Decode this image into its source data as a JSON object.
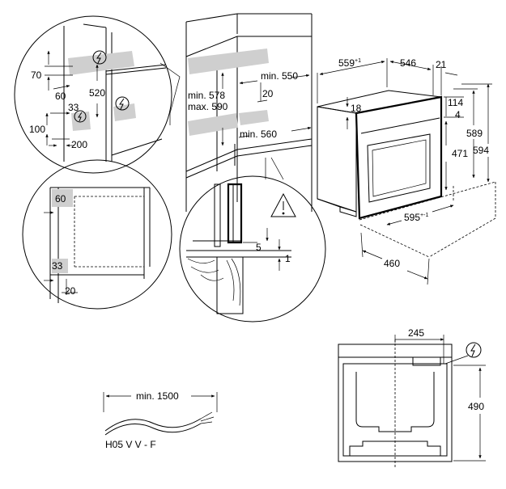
{
  "icons": {
    "electric": "lightning-circle-icon",
    "warning": "warning-triangle-icon",
    "arrow": "dimension-arrow-icon"
  },
  "colors": {
    "line": "#000000",
    "gray_zone": "#cfcfcf",
    "background": "#ffffff"
  },
  "detail_top": {
    "dims": [
      "70",
      "60",
      "520",
      "33",
      "100",
      "200"
    ]
  },
  "cabinet": {
    "min_height": "min. 578",
    "max_height": "max. 590",
    "min_width": "min. 550",
    "gap": "20",
    "min_depth": "min. 560"
  },
  "oven": {
    "width_total": "559",
    "width_total_note": "+1",
    "depth_body": "546",
    "front": "21",
    "top_gap": "18",
    "dim_114": "114",
    "dim_4": "4",
    "height_body": "471",
    "height_589": "589",
    "height_594": "594",
    "width_front": "595",
    "width_front_note": "+-1",
    "depth_base": "460"
  },
  "detail_grid": {
    "dims": [
      "60",
      "33",
      "20"
    ]
  },
  "detail_mount": {
    "dims": [
      "5",
      "1"
    ]
  },
  "cable": {
    "length": "min. 1500",
    "type": "H05 V V - F"
  },
  "rear_view": {
    "width": "245",
    "height": "490"
  }
}
